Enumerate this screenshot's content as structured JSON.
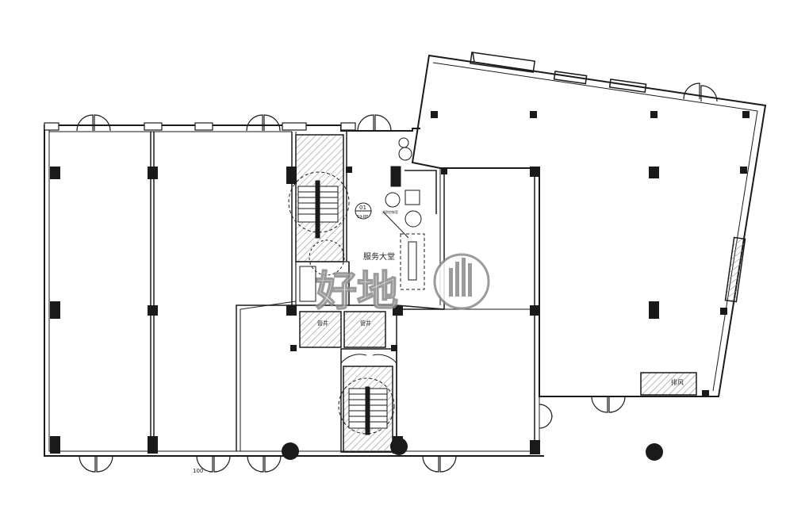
{
  "plan": {
    "rooms": {
      "service_hall": "服务大堂",
      "room_left": "管井",
      "room_right": "管井",
      "air_room": "排风",
      "small_note": "消防控制室"
    },
    "index_marker": {
      "top": "01",
      "bottom": "19-BF"
    },
    "dimension_label": "100",
    "watermark": "好地"
  },
  "colors": {
    "line": "#1a1a1a",
    "hatch": "#9a9a9a",
    "column": "#1a1a1a"
  }
}
